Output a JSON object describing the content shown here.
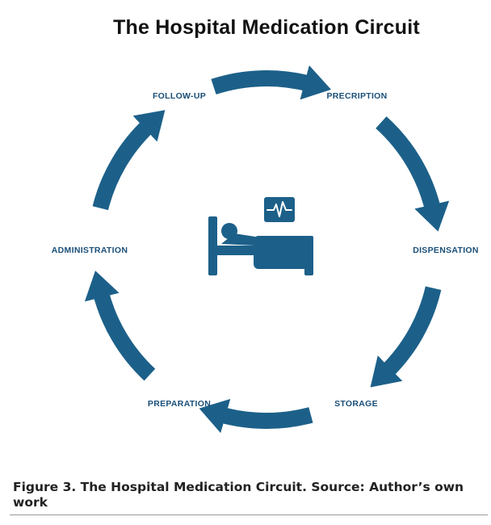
{
  "title": "The Hospital Medication Circuit",
  "steps": [
    {
      "label": "PRECRIPTION"
    },
    {
      "label": "DISPENSATION"
    },
    {
      "label": "STORAGE"
    },
    {
      "label": "PREPARATION"
    },
    {
      "label": "ADMINISTRATION"
    },
    {
      "label": "FOLLOW-UP"
    }
  ],
  "center_icon": "hospital-bed-patient-with-heart-monitor",
  "colors": {
    "primary": "#1c6089",
    "label": "#1a4f78"
  },
  "caption": "Figure 3. The Hospital Medication Circuit. Source: Author’s own work"
}
